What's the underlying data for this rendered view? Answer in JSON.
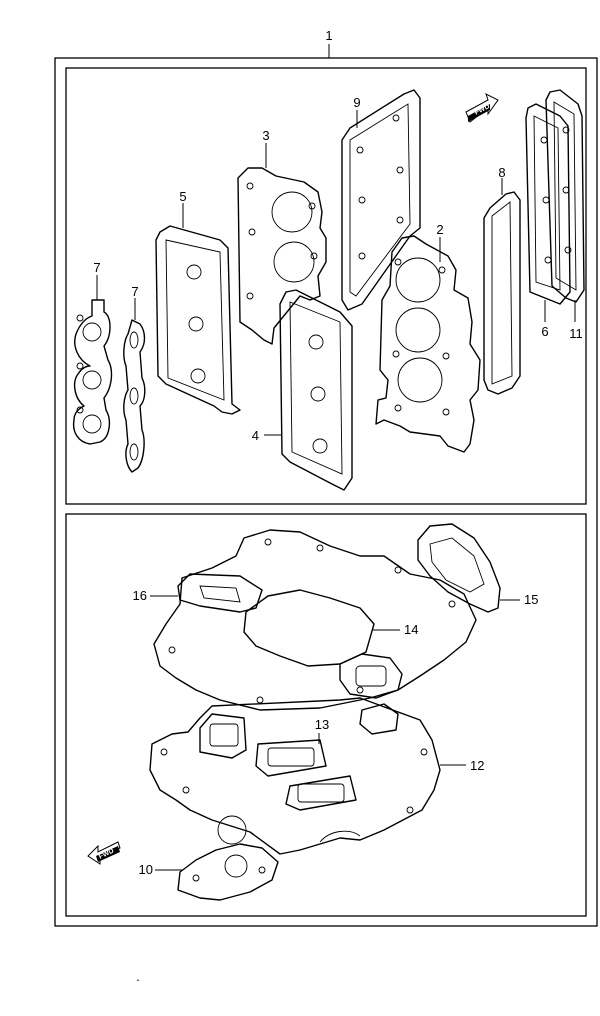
{
  "diagram": {
    "assembly_label": "1",
    "part_labels": [
      "2",
      "3",
      "4",
      "5",
      "6",
      "7",
      "7",
      "8",
      "9",
      "10",
      "11",
      "12",
      "13",
      "14",
      "15",
      "16"
    ],
    "fwd_marks": [
      "FWD",
      "FWD"
    ],
    "dot_mark": "·"
  }
}
